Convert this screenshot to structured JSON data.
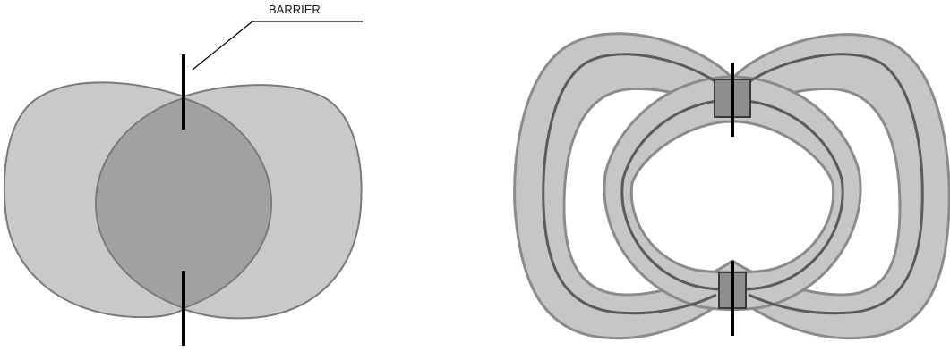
{
  "labels": {
    "barrier": "BARRIER"
  },
  "colors": {
    "background": "#ffffff",
    "fill_light": "#c9c9ca",
    "fill_overlap": "#a1a1a2",
    "outline": "#7a7a7b",
    "band_fill": "#c6c6c7",
    "band_outline": "#8b8b8c",
    "core_line": "#5b5b5c",
    "box_fill": "#8f8f90",
    "barrier": "#000000"
  },
  "icons": {
    "left_diagram": "overlapping-lobes",
    "right_diagram": "interlocking-flux-loops"
  }
}
